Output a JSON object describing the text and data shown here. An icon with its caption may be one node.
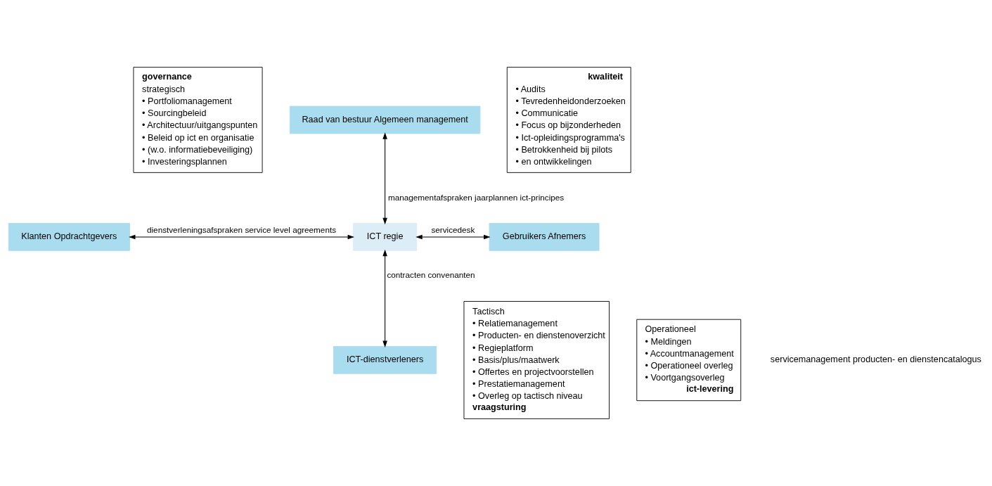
{
  "diagram": {
    "nodes": [
      {
        "text": [
          "governance",
          "strategisch",
          "• Portfoliomanagement",
          "• Sourcingbeleid",
          "• Architectuur/uitgangspunten",
          "• Beleid op ict en organisatie",
          "• (w.o. informatiebeveiliging)",
          "• Investeringsplannen"
        ]
      },
      {
        "text": [
          "Raad van bestuur Algemeen management"
        ]
      },
      {
        "text": [
          "kwaliteit",
          "• Audits",
          "• Tevredenheidonderzoeken",
          "• Communicatie",
          "• Focus op bijzonderheden",
          "• Ict-opleidingsprogramma's",
          "• Betrokkenheid bij pilots",
          "• en ontwikkelingen"
        ]
      },
      {
        "text": [
          "Klanten Opdrachtgevers"
        ]
      },
      {
        "text": [
          "ICT regie"
        ]
      },
      {
        "text": [
          "Gebruikers Afnemers"
        ]
      },
      {
        "text": [
          "Tactisch",
          "• Relatiemanagement",
          "• Producten- en dienstenoverzicht",
          "• Regieplatform",
          "• Basis/plus/maatwerk",
          "• Offertes en projectvoorstellen",
          "• Prestatiemanagement",
          "• Overleg op tactisch niveau",
          "vraagsturing"
        ]
      },
      {
        "text": [
          "ICT-dienstverleners"
        ]
      },
      {
        "text": [
          "Operationeel",
          "• Meldingen",
          "• Accountmanagement",
          "• Operationeel overleg",
          "• Voortgangsoverleg",
          "ict-levering"
        ]
      }
    ],
    "edges": [
      {
        "from": 1,
        "to": 4,
        "arrow": "both",
        "label": "managementafspraken jaarplannen ict-principes"
      },
      {
        "from": 3,
        "to": 4,
        "arrow": "both",
        "label": "dienstverleningsafspraken service level agreements"
      },
      {
        "from": 4,
        "to": 5,
        "arrow": "both",
        "label": "servicedesk"
      },
      {
        "from": 4,
        "to": 7,
        "arrow": "both",
        "label": "contracten convenanten"
      }
    ],
    "labels": [
      "servicemanagement producten- en dienstencatalogus"
    ]
  }
}
